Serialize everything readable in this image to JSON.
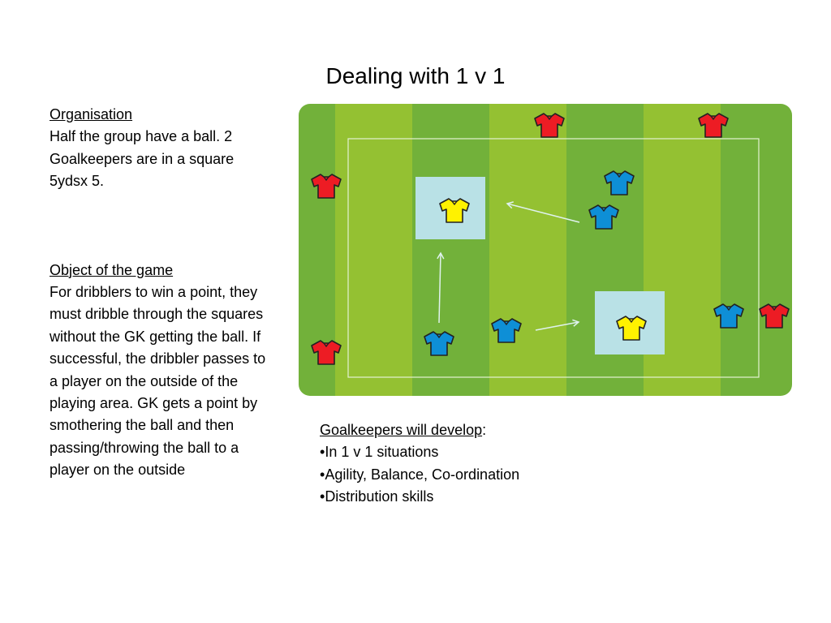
{
  "slide": {
    "title": "Dealing with 1 v 1"
  },
  "organisation": {
    "heading": "Organisation",
    "body": "Half the group have a ball. 2 Goalkeepers are in a square 5ydsx 5."
  },
  "objective": {
    "heading": "Object of the game",
    "body": "For dribblers to win a point, they must dribble through the squares without the GK getting the ball. If successful, the dribbler passes to a player on the outside of the playing area. GK gets a point by smothering the ball and then passing/throwing the ball to a player on the outside"
  },
  "develop": {
    "heading": "Goalkeepers will develop",
    "suffix": ":",
    "items": [
      "In 1 v 1 situations",
      "Agility, Balance, Co-ordination",
      "Distribution skills"
    ]
  },
  "pitch": {
    "colors": {
      "stripe_dark": "#72b13a",
      "stripe_light": "#94c132",
      "boundary": "#e4f2d2",
      "gk_square": "#b9e1e6",
      "arrow": "#dff2ee"
    },
    "players": [
      {
        "team": "outside",
        "color": "#ed1c24",
        "icon": "shirt-icon"
      },
      {
        "team": "dribbler",
        "color": "#0e8fd6",
        "icon": "shirt-icon"
      },
      {
        "team": "goalkeeper",
        "color": "#fff200",
        "icon": "shirt-icon"
      }
    ]
  }
}
